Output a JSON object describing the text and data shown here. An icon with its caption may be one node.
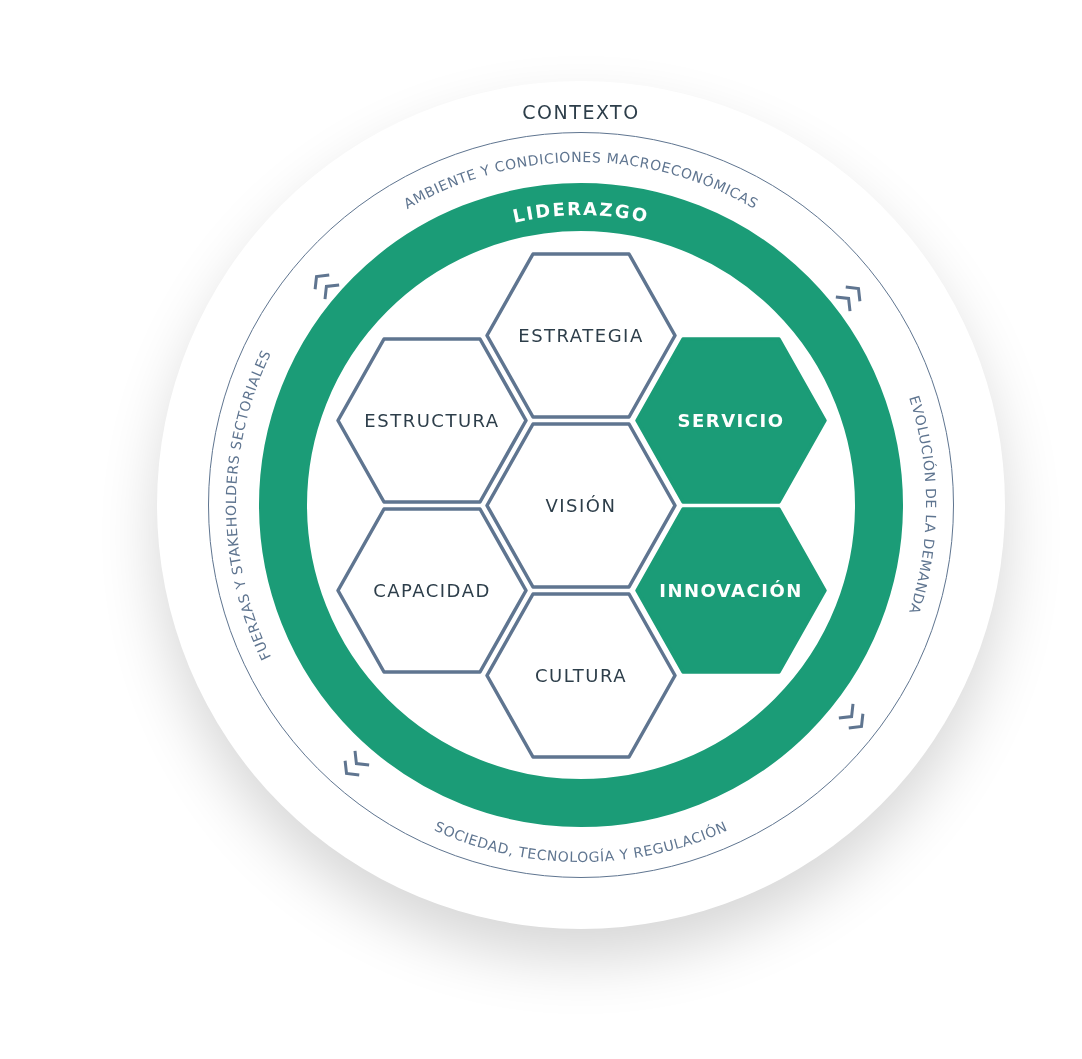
{
  "diagram": {
    "nodes": [
      {
        "text": [
          "CONTEXTO"
        ]
      },
      {
        "text": [
          "AMBIENTE Y CONDICIONES MACROECONÓMICAS",
          "EVOLUCIÓN DE LA DEMANDA",
          "SOCIEDAD, TECNOLOGÍA Y REGULACIÓN",
          "FUERZAS Y STAKEHOLDERS SECTORIALES"
        ],
        "in": 0
      },
      {
        "text": [
          "LIDERAZGO"
        ],
        "in": 1
      },
      {
        "text": [
          "ESTRATEGIA"
        ],
        "in": 2
      },
      {
        "text": [
          "ESTRUCTURA"
        ],
        "in": 2
      },
      {
        "text": [
          "SERVICIO"
        ],
        "in": 2
      },
      {
        "text": [
          "VISIÓN"
        ],
        "in": 2
      },
      {
        "text": [
          "CAPACIDAD"
        ],
        "in": 2
      },
      {
        "text": [
          "INNOVACIÓN"
        ],
        "in": 2
      },
      {
        "text": [
          "CULTURA"
        ],
        "in": 2
      }
    ],
    "edges": []
  }
}
